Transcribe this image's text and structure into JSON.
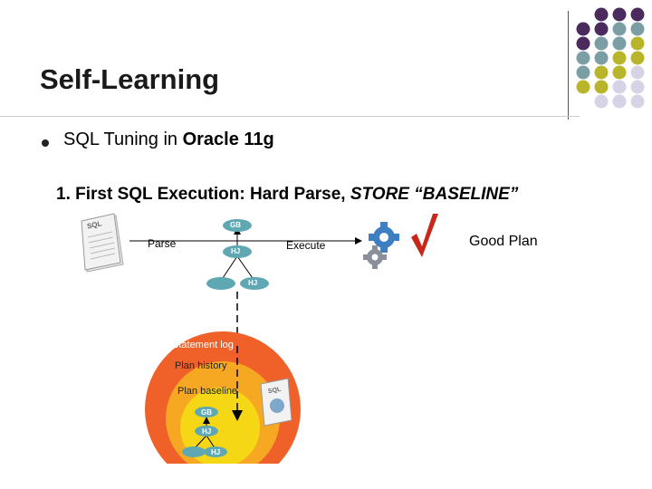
{
  "slide": {
    "title": "Self-Learning",
    "bullet": {
      "prefix": "SQL Tuning in ",
      "bold": "Oracle 11g"
    },
    "step": {
      "main": "1.   First SQL Execution: Hard Parse, ",
      "italic": "STORE “BASELINE”"
    }
  },
  "diagram": {
    "parse_label": "Parse",
    "execute_label": "Execute",
    "good_plan_label": "Good Plan",
    "node_gb": "GB",
    "node_hj_upper": "HJ",
    "node_hj_lower": "HJ",
    "statement_log": "Statement log",
    "plan_history": "Plan history",
    "plan_baseline": "Plan baseline",
    "baseline_gb": "GB",
    "baseline_hj_upper": "HJ",
    "baseline_hj_lower": "HJ",
    "sql_doc_label": "SQL",
    "sql_small_label": "SQL"
  },
  "colors": {
    "node": "#5fa8b3",
    "outer_ring": "#f0612a",
    "middle_ring": "#f7a823",
    "inner_ring": "#f5d716",
    "checkmark": "#c8281c",
    "gear_blue": "#3e7fc1",
    "gear_gray": "#8a8f99",
    "purple_dot": "#4b2a5e",
    "teal_dot": "#7a9ea3",
    "olive_dot": "#b8b52a",
    "lilac_dot": "#d6d3e6"
  }
}
